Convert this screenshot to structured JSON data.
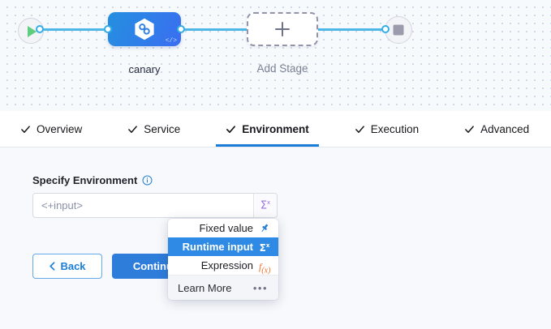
{
  "canvas": {
    "start_node": {
      "icon": "play-icon"
    },
    "stage_node": {
      "label": "canary",
      "icon": "pipeline-hexagon-icon",
      "badge_icon": "code-icon"
    },
    "add_node": {
      "label": "Add Stage",
      "icon": "plus-icon"
    },
    "end_node": {
      "icon": "stop-icon"
    }
  },
  "tabs": {
    "items": [
      {
        "label": "Overview",
        "active": false,
        "check_icon": "check-icon"
      },
      {
        "label": "Service",
        "active": false,
        "check_icon": "check-icon"
      },
      {
        "label": "Environment",
        "active": true,
        "check_icon": "check-icon"
      },
      {
        "label": "Execution",
        "active": false,
        "check_icon": "check-icon"
      },
      {
        "label": "Advanced",
        "active": false,
        "check_icon": "check-icon"
      }
    ]
  },
  "form": {
    "field_label": "Specify Environment",
    "info_icon": "info-icon",
    "input_value": "<+input>",
    "input_placeholder": "<+input>",
    "sigma_button_icon": "runtime-input-icon",
    "sigma_symbol": "Σ",
    "sigma_sup": "x"
  },
  "actions": {
    "back_label": "Back",
    "back_icon": "chevron-left-icon",
    "continue_label": "Continue"
  },
  "menu": {
    "items": [
      {
        "label": "Fixed value",
        "icon": "pin-icon",
        "selected": false
      },
      {
        "label": "Runtime input",
        "icon": "sigma-x-icon",
        "selected": true
      },
      {
        "label": "Expression",
        "icon": "fx-icon",
        "selected": false
      }
    ],
    "footer": {
      "label": "Learn More",
      "icon": "ellipsis-icon",
      "dots": "•••"
    }
  },
  "colors": {
    "accent_blue": "#2e8ae5",
    "primary_button": "#2e7ddb",
    "edge_line": "#4db8e8",
    "purple": "#9b6fe0",
    "orange": "#f0702a",
    "play_green": "#5fcd7e"
  }
}
